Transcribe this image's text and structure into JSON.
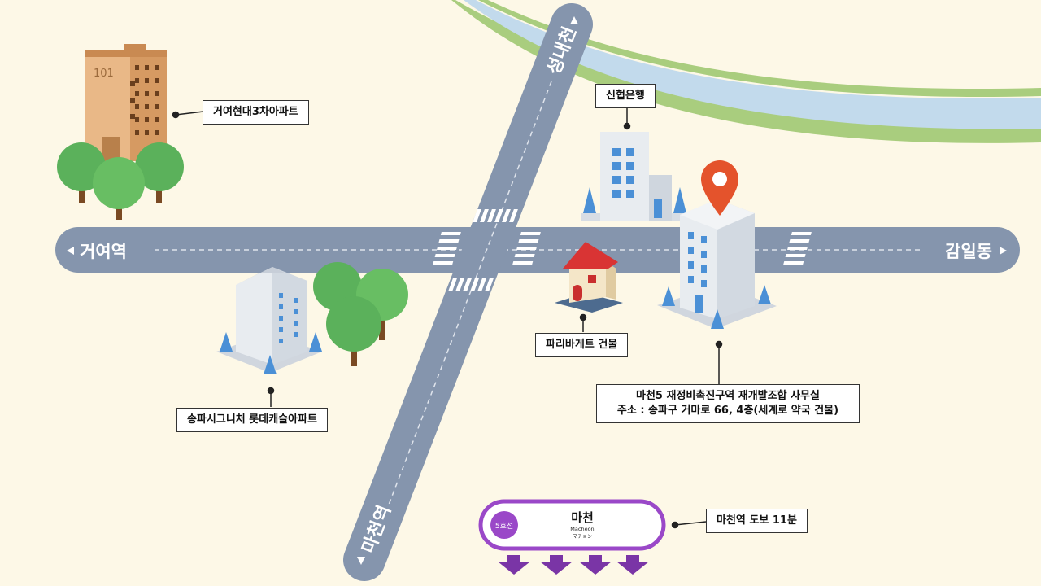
{
  "places": {
    "apt_geoyeo": "거여현대3차아파트",
    "apt_building_no": "101",
    "bank": "신협은행",
    "bakery": "파리바게트 건물",
    "apt_songpa": "송파시그니처 롯데캐슬아파트",
    "office_line1": "마천5 재정비촉진구역 재개발조합 사무실",
    "office_line2": "주소 : 송파구 거마로 66, 4층(세계로 약국 건물)"
  },
  "roads": {
    "west": "거여역",
    "east": "감일동",
    "north": "성내천",
    "south": "마천역"
  },
  "station": {
    "line": "5호선",
    "name": "마천",
    "name_en": "Macheon",
    "name_jp": "マチョン",
    "walk_label": "마천역 도보 11분"
  },
  "colors": {
    "road": "#8595ad",
    "river": "#c2daec",
    "river_bank": "#a9cd7e",
    "background": "#fdf8e7",
    "pin": "#e4532c",
    "station_line": "#9a48c8",
    "arrows": "#7a35a6"
  }
}
